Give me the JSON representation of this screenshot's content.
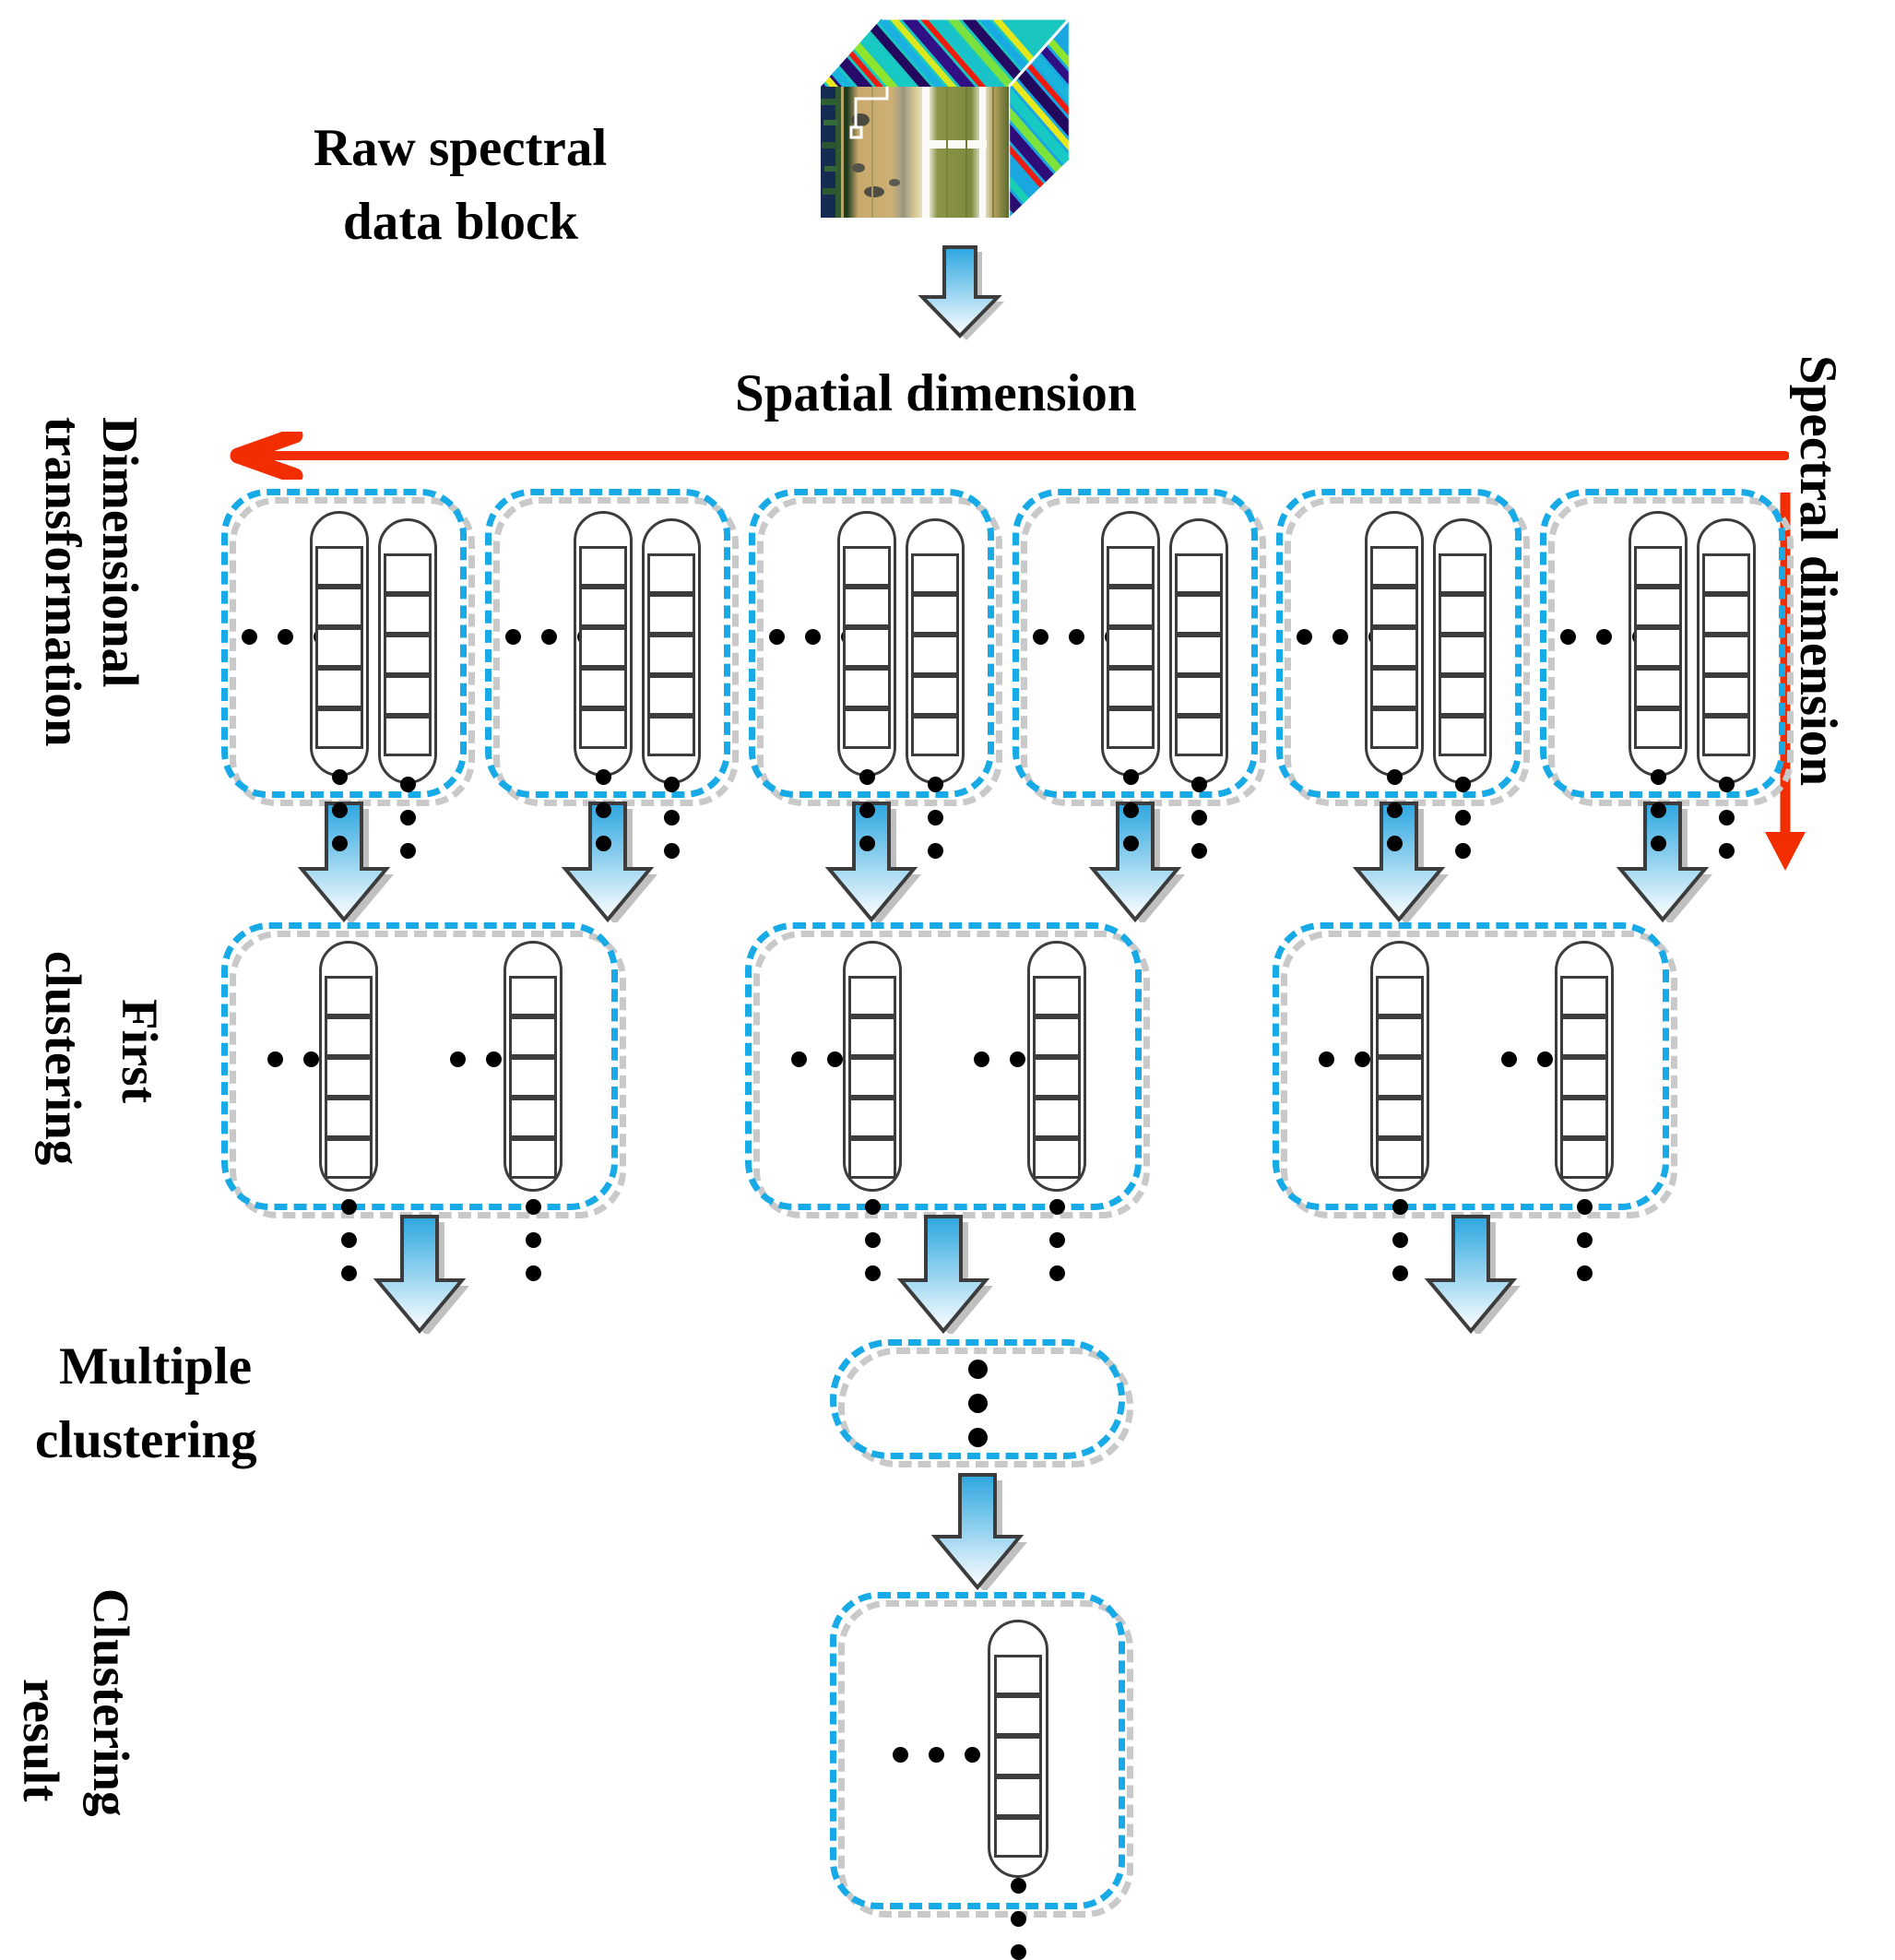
{
  "figure": {
    "type": "flow-diagram",
    "title_text": "Raw spectral data block",
    "background": "#ffffff"
  },
  "colors": {
    "dashed_box": "#17AAE6",
    "dashed_shadow": "#c9c9c9",
    "red_arrow": "#F22D00",
    "block_arrow_top": "#2CA6E0",
    "block_arrow_bottom": "#ffffff",
    "block_arrow_outline": "#3c3c3c",
    "node_outline": "#3c3c3c",
    "dot": "#000000",
    "text": "#000000"
  },
  "labels": {
    "raw_block_line1": "Raw spectral",
    "raw_block_line2": "data block",
    "spatial_dimension": "Spatial dimension",
    "spectral_dimension": "Spectral dimension",
    "dimensional": "Dimensional",
    "transformation": "transformation",
    "first": "First",
    "clustering": "clustering",
    "multiple_line1": "Multiple",
    "multiple_line2": "clustering",
    "clustering_result_line1": "Clustering",
    "clustering_result_line2": "result"
  },
  "icons": {
    "down_block_arrow": "down-block-arrow-icon",
    "left_red_arrow": "left-red-arrow-icon",
    "down_red_arrow": "down-red-arrow-icon",
    "data_cube": "hyperspectral-cube-icon",
    "ellipsis_horizontal": "horizontal-ellipsis-icon",
    "ellipsis_vertical": "vertical-ellipsis-icon"
  },
  "structure": {
    "row1": {
      "name": "dimensional-transformation-row",
      "box_count": 6,
      "capsules_per_box": 2,
      "cells_per_capsule": 5,
      "vertical_dots_per_capsule": 3,
      "horizontal_ellipsis_per_box": 1
    },
    "row2": {
      "name": "first-clustering-row",
      "box_count": 3,
      "capsules_per_box": 2,
      "cells_per_capsule": 5,
      "vertical_dots_per_capsule": 3,
      "horizontal_ellipsis_per_box": 2
    },
    "row3": {
      "name": "multiple-clustering-row",
      "box_count": 1,
      "capsules_per_box": 0,
      "vertical_dots_per_box": 3
    },
    "row4": {
      "name": "clustering-result-row",
      "box_count": 1,
      "capsules_per_box": 1,
      "cells_per_capsule": 5,
      "vertical_dots_per_capsule": 3,
      "horizontal_ellipsis_per_box": 1
    },
    "arrows": {
      "cube_to_row1": 1,
      "row1_to_row2": 6,
      "row2_to_row3": 3,
      "row3_to_row4": 1
    }
  }
}
